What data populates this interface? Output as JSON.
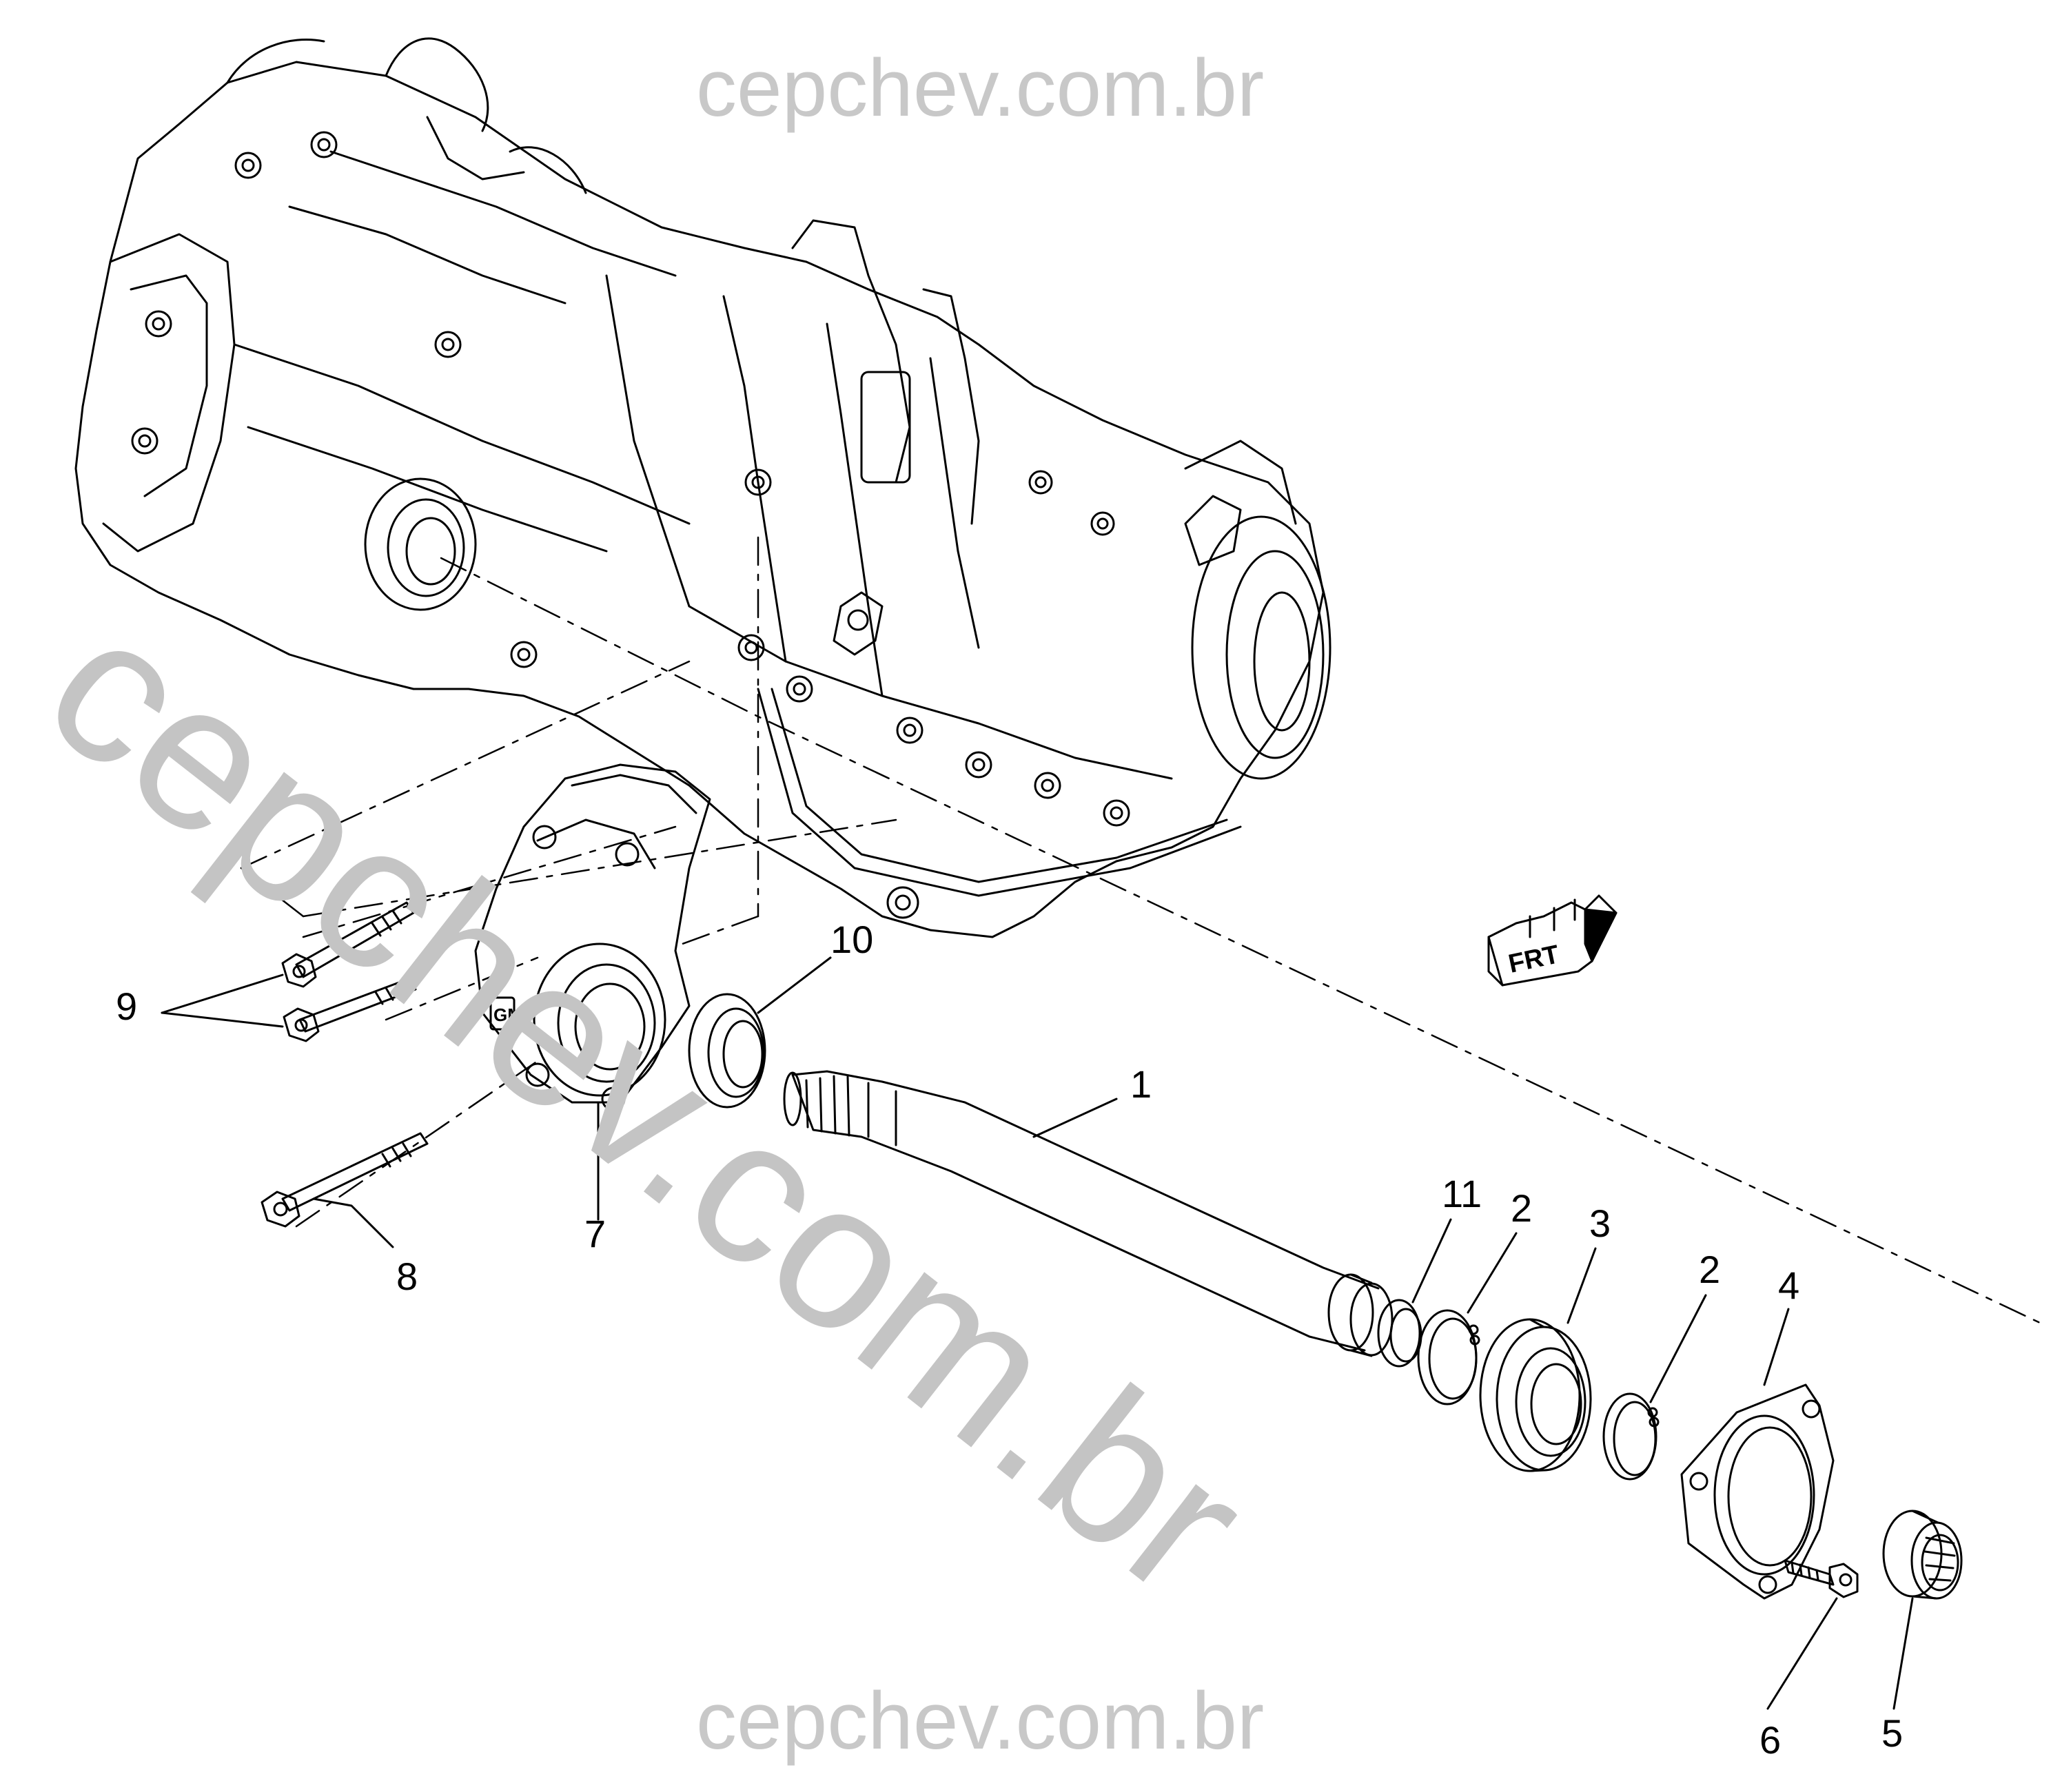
{
  "watermark": {
    "top": "cepchev.com.br",
    "diagonal": "cepchev.com.br",
    "bottom": "cepchev.com.br",
    "color": "#c8c8c8"
  },
  "callouts": {
    "c1": "1",
    "c2a": "2",
    "c2b": "2",
    "c3": "3",
    "c4": "4",
    "c5": "5",
    "c6": "6",
    "c7": "7",
    "c8": "8",
    "c9": "9",
    "c10": "10",
    "c11": "11"
  },
  "frt_badge": {
    "label": "FRT",
    "icon": "front-arrow-icon"
  },
  "housing_logo": "GM"
}
